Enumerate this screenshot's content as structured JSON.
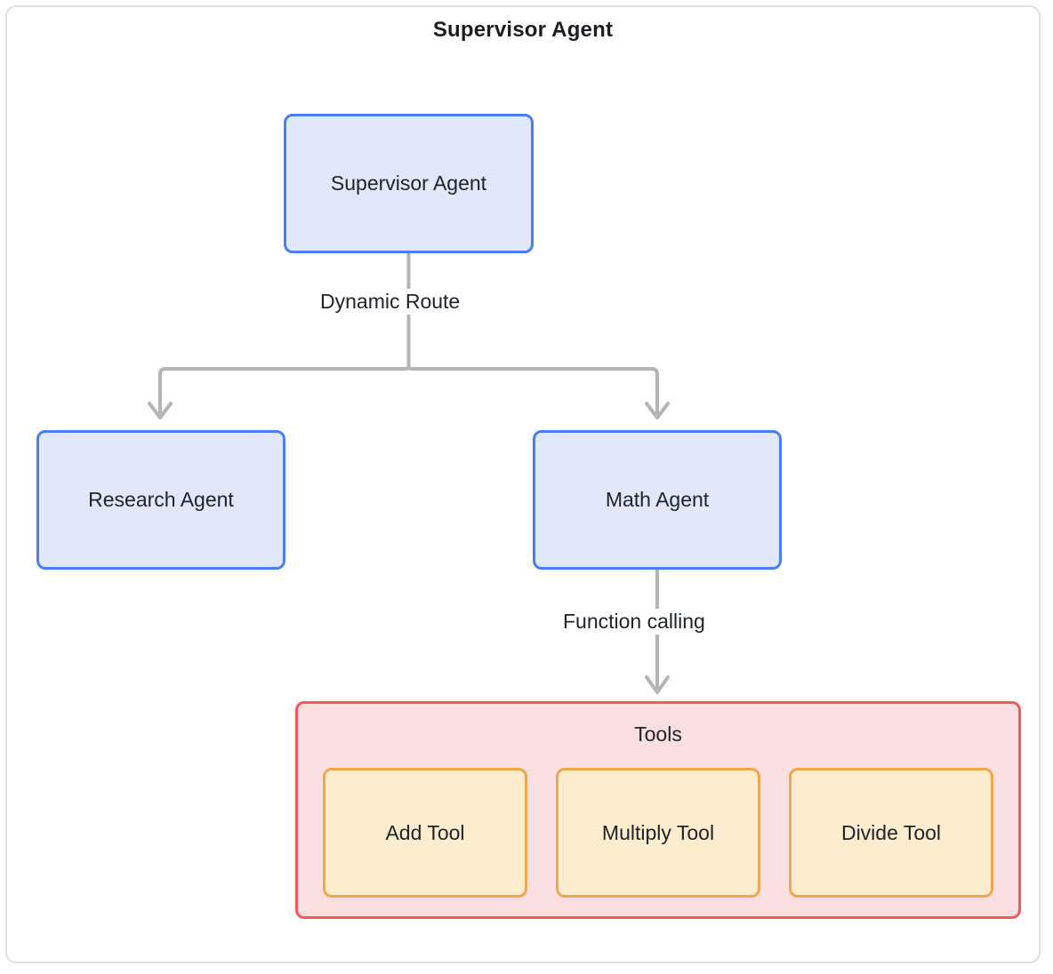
{
  "frame": {
    "title": "Supervisor Agent"
  },
  "nodes": {
    "supervisor": {
      "label": "Supervisor Agent"
    },
    "research": {
      "label": "Research Agent"
    },
    "math": {
      "label": "Math Agent"
    }
  },
  "edges": {
    "dynamic_route": {
      "label": "Dynamic Route"
    },
    "function_calling": {
      "label": "Function calling"
    }
  },
  "cluster_tools": {
    "label": "Tools",
    "tools": [
      {
        "label": "Add Tool"
      },
      {
        "label": "Multiply Tool"
      },
      {
        "label": "Divide Tool"
      }
    ]
  },
  "colors": {
    "frame_border": "#dcdee2",
    "agent_fill": "#e1e8fb",
    "agent_border": "#4a7ef0",
    "tools_cluster_fill": "#fadfe1",
    "tools_cluster_border": "#f0595e",
    "tool_fill": "#fdeccd",
    "tool_border": "#f0a64d",
    "edge_stroke": "#b4b4b4",
    "text": "#20242a",
    "background": "#ffffff"
  }
}
